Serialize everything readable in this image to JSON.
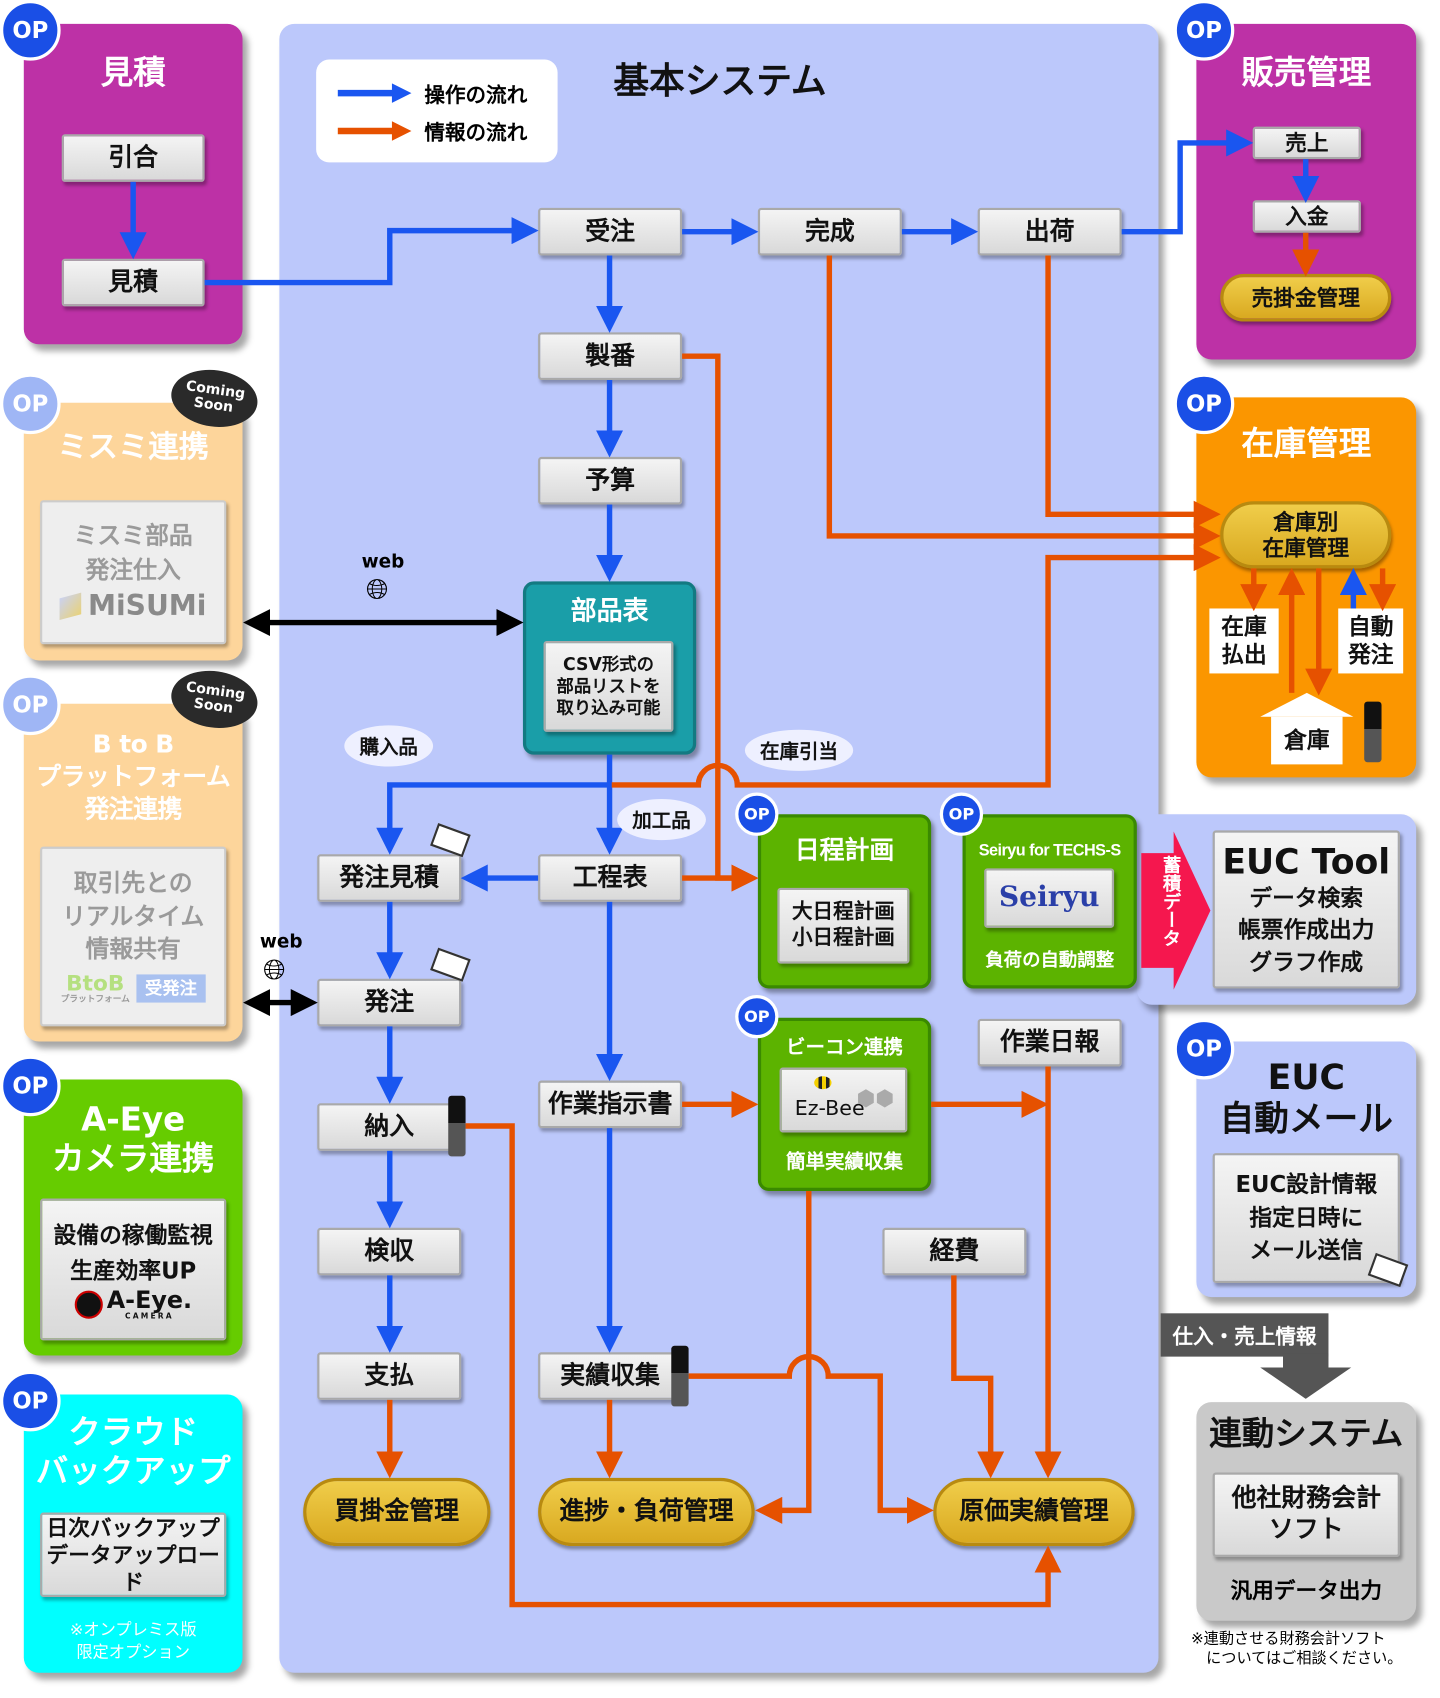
{
  "legend": {
    "operation_flow": "操作の流れ",
    "information_flow": "情報の流れ",
    "colors": {
      "operation": "#1a56f0",
      "information": "#e65100"
    }
  },
  "main": {
    "title": "基本システム",
    "nodes": {
      "juchu": "受注",
      "kansei": "完成",
      "shukka": "出荷",
      "seiban": "製番",
      "yosan": "予算",
      "koteihyo": "工程表",
      "hacchu_mitsumori": "発注見積",
      "hacchu": "発注",
      "nyunyu": "納入",
      "kenshu": "検収",
      "shiharai": "支払",
      "sagyo_shijisho": "作業指示書",
      "jisseki_shushu": "実績収集",
      "sagyo_nippo": "作業日報",
      "keihi": "経費"
    },
    "goals": {
      "kaikake": "買掛金管理",
      "shinchoku": "進捗・負荷管理",
      "genka": "原価実績管理"
    },
    "buhinhyo": {
      "title": "部品表",
      "note": "CSV形式の\n部品リストを\n取り込み可能"
    },
    "bubbles": {
      "konyu": "購入品",
      "kakou": "加工品",
      "zaiko_hikiate": "在庫引当"
    },
    "web_label_1": "web",
    "web_label_2": "web",
    "nittei": {
      "badge": "OP",
      "title": "日程計画",
      "body": "大日程計画\n小日程計画"
    },
    "seiryu": {
      "badge": "OP",
      "title": "Seiryu for TECHS-S",
      "logo": "Seiryu",
      "caption": "負荷の自動調整"
    },
    "beacon": {
      "badge": "OP",
      "title": "ビーコン連携",
      "logo": "Ez-Bee",
      "caption": "簡単実績収集"
    }
  },
  "left": {
    "mitsumori": {
      "badge": "OP",
      "title": "見積",
      "nodes": [
        "引合",
        "見積"
      ],
      "color": "#bd31a6"
    },
    "misumi": {
      "badge": "OP",
      "coming_soon": "Coming\nSoon",
      "title": "ミスミ連携",
      "body": "ミスミ部品\n発注仕入",
      "logo": "MiSUMi",
      "color": "#fdd59b"
    },
    "btob": {
      "badge": "OP",
      "coming_soon": "Coming\nSoon",
      "title": "B to B\nプラットフォーム\n発注連携",
      "body": "取引先との\nリアルタイム\n情報共有",
      "logo": "BtoB",
      "logo_sub": "プラットフォーム",
      "logo_tag": "受発注"
    },
    "aeye": {
      "badge": "OP",
      "title": "A-Eye\nカメラ連携",
      "body": "設備の稼働監視\n生産効率UP",
      "logo": "A-Eye.",
      "logo_sub": "CAMERA",
      "color": "#66cc00"
    },
    "cloud": {
      "badge": "OP",
      "title": "クラウド\nバックアップ",
      "body": "日次バックアップ\nデータアップロード",
      "note": "※オンプレミス版\n限定オプション",
      "color": "#00ffff"
    }
  },
  "right": {
    "hanbai": {
      "badge": "OP",
      "title": "販売管理",
      "nodes": [
        "売上",
        "入金"
      ],
      "goal": "売掛金管理"
    },
    "zaiko": {
      "badge": "OP",
      "title": "在庫管理",
      "pill": "倉庫別\n在庫管理",
      "haraidashi": "在庫\n払出",
      "jido_hacchu": "自動\n発注",
      "soko": "倉庫",
      "color": "#fb9600"
    },
    "euc_tool": {
      "arrow_label": "蓄積データ",
      "title": "EUC Tool",
      "body": "データ検索\n帳票作成出力\nグラフ作成"
    },
    "euc_mail": {
      "badge": "OP",
      "title": "EUC\n自動メール",
      "body": "EUC設計情報\n指定日時に\nメール送信"
    },
    "renkei": {
      "arrow_label": "仕入・売上情報",
      "title": "連動システム",
      "body": "他社財務会計\nソフト",
      "caption": "汎用データ出力",
      "note": "※連動させる財務会計ソフト\n　についてはご相談ください。"
    }
  }
}
